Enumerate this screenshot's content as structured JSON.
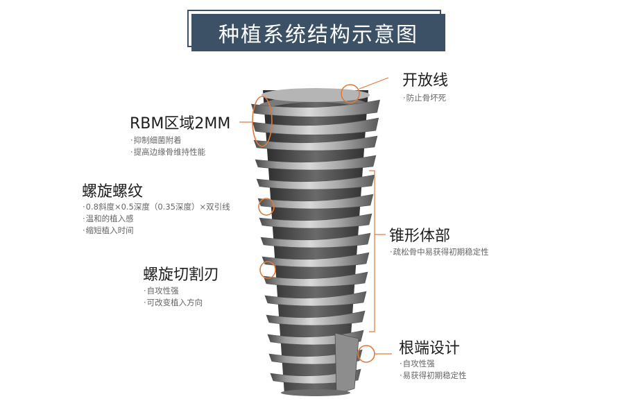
{
  "title": "种植系统结构示意图",
  "callouts": {
    "open_line": {
      "label": "开放线",
      "notes": [
        "防止骨坏死"
      ]
    },
    "rbm": {
      "label": "RBM区域2MM",
      "notes": [
        "抑制细菌附着",
        "提高边缘骨维持性能"
      ]
    },
    "spiral_thread": {
      "label": "螺旋螺纹",
      "notes": [
        "0.8斜度×0.5深度（0.35深度）×双引线",
        "温和的植入感",
        "缩短植入时间"
      ]
    },
    "taper_body": {
      "label": "锥形体部",
      "notes": [
        "疏松骨中易获得初期稳定性"
      ]
    },
    "cutting_edge": {
      "label": "螺旋切割刃",
      "notes": [
        "自攻性强",
        "可改变植入方向"
      ]
    },
    "apex_design": {
      "label": "根端设计",
      "notes": [
        "自攻性强",
        "易获得初期稳定性"
      ]
    }
  },
  "colors": {
    "accent": "#e07a3a",
    "title_bg": "#3d5166"
  }
}
